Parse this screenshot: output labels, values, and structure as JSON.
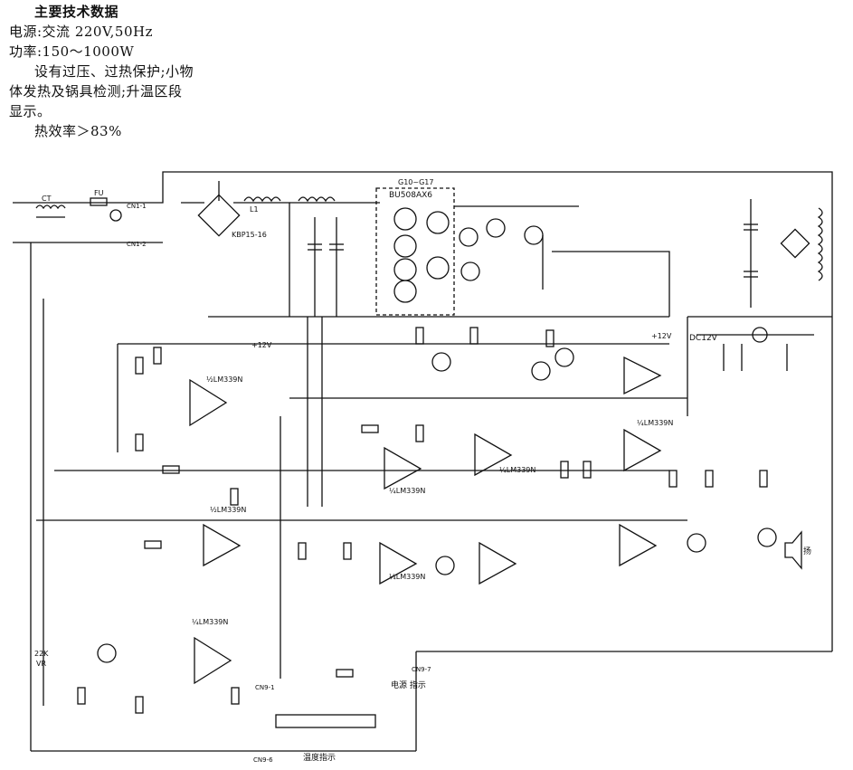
{
  "specs": {
    "heading": "主要技术数据",
    "power_source": "电源:交流 220V,50Hz",
    "power_rating": "功率:150～1000W",
    "protection_line1": "设有过压、过热保护;小物",
    "protection_line2": "体发热及锅具检测;升温区段",
    "protection_line3": "显示。",
    "efficiency": "热效率＞83%"
  },
  "labels": {
    "igbt": "BU508AX6",
    "igbt_range": "G10~G17",
    "bridge": "KBP15-16",
    "plus12": "DC12V",
    "plus12b": "+12V",
    "plus12c": "+12V",
    "ic_lm339": "½LM339N",
    "ic_lm339b": "½LM339N",
    "ic_lm339c": "¼LM339N",
    "ic_lm339d": "¼LM339N",
    "ic_lm339e": "¼LM339N",
    "ic_lm339f": "¼LM339N",
    "ic_lm339g": "¼LM339N",
    "power_indicator": "电源\n指示",
    "temp_display": "温度指示",
    "fuse": "FU",
    "varistor": "VR",
    "res_22k": "22K",
    "ct": "CT",
    "choke": "L1",
    "cn": "CN1-1",
    "cn2": "CN1-2",
    "cn_cn": "CN9-6",
    "cn_cn7": "CN9-7",
    "cn_cn1": "CN9-1",
    "speaker": "扬"
  },
  "colors": {
    "ink": "#111111",
    "paper": "#ffffff"
  }
}
